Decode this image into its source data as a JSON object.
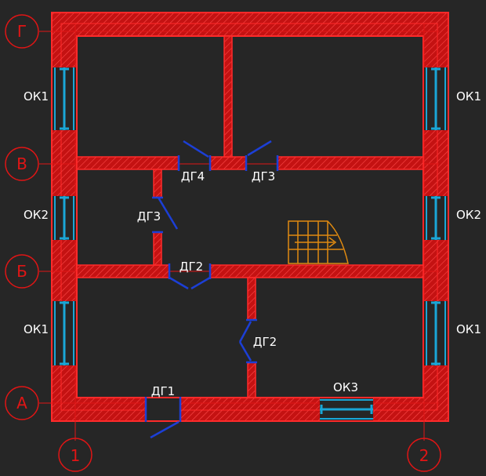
{
  "axes": {
    "rows": [
      "Г",
      "В",
      "Б",
      "А"
    ],
    "columns": [
      "1",
      "2"
    ]
  },
  "windows": {
    "left": [
      "ОК1",
      "ОК2",
      "ОК1"
    ],
    "right": [
      "ОК1",
      "ОК2",
      "ОК1"
    ],
    "bottom": "ОК3"
  },
  "doors": {
    "dg4": "ДГ4",
    "dg3_top": "ДГ3",
    "dg3_left": "ДГ3",
    "dg2_mid": "ДГ2",
    "dg2_right": "ДГ2",
    "dg1": "ДГ1"
  },
  "colors": {
    "background": "#262626",
    "wall": "#e01515",
    "window": "#1aa6d6",
    "door": "#1c3fd6",
    "stair": "#e08a10",
    "text": "#ffffff"
  }
}
